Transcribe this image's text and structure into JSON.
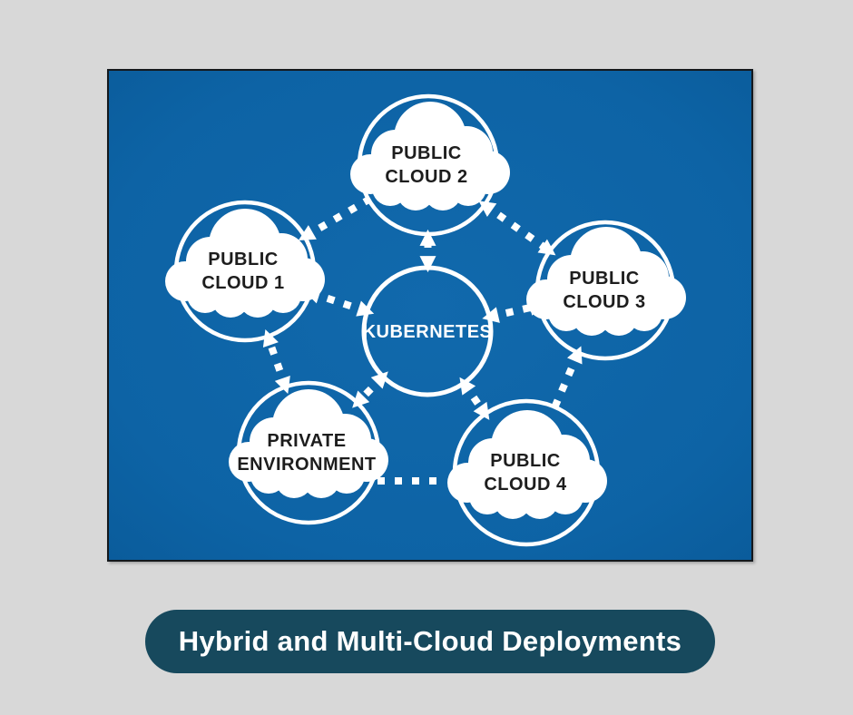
{
  "diagram": {
    "center": {
      "label": "KUBERNETES"
    },
    "nodes": [
      {
        "id": "public-cloud-2",
        "line1": "PUBLIC",
        "line2": "CLOUD 2"
      },
      {
        "id": "public-cloud-1",
        "line1": "PUBLIC",
        "line2": "CLOUD 1"
      },
      {
        "id": "public-cloud-3",
        "line1": "PUBLIC",
        "line2": "CLOUD 3"
      },
      {
        "id": "private-environment",
        "line1": "PRIVATE",
        "line2": "ENVIRONMENT"
      },
      {
        "id": "public-cloud-4",
        "line1": "PUBLIC",
        "line2": "CLOUD 4"
      }
    ],
    "colors": {
      "canvas_blue": "#0d63a5",
      "node_white": "#ffffff",
      "label_dark": "#1d1d1d",
      "caption_bg": "#17495d",
      "caption_text": "#ffffff"
    }
  },
  "caption": {
    "title": "Hybrid and Multi-Cloud Deployments"
  }
}
